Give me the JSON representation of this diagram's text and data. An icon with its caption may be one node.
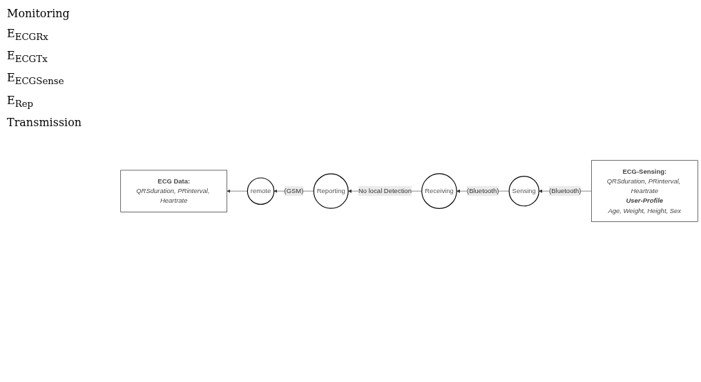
{
  "diagram": {
    "nodes": [
      {
        "text": [
          "Receiving"
        ]
      },
      {
        "text": [
          "Sensing"
        ]
      },
      {
        "text": [
          "ECG-Sensing:",
          "QRSduration, PRinterval, Heartrate",
          "User-Profile",
          "Age, Weight, Height, Sex"
        ]
      },
      {
        "text": [
          "Reporting"
        ]
      },
      {
        "text": [
          "remote"
        ]
      },
      {
        "text": [
          "ECG Data:",
          "QRSduration, PRinterval, Heartrate"
        ]
      }
    ],
    "edges": [
      {
        "from": 2,
        "to": 1,
        "arrow": "to",
        "label": "(Bluetooth)"
      },
      {
        "from": 1,
        "to": 0,
        "arrow": "to",
        "label": "(Bluetooth)"
      },
      {
        "from": 0,
        "to": 3,
        "arrow": "to",
        "label": "No local Detection"
      },
      {
        "from": 3,
        "to": 4,
        "arrow": "to",
        "label": "(GSM)"
      },
      {
        "from": 4,
        "to": 5,
        "arrow": "to"
      }
    ],
    "labels": [
      "Monitoring",
      "E$_{ECG}$$_{Rx}$",
      "E$_{ECG}$$_{Tx}$",
      "E$_{ECG}$$_{Sense}$",
      "E$_{Rep}$",
      "Transmission"
    ]
  }
}
